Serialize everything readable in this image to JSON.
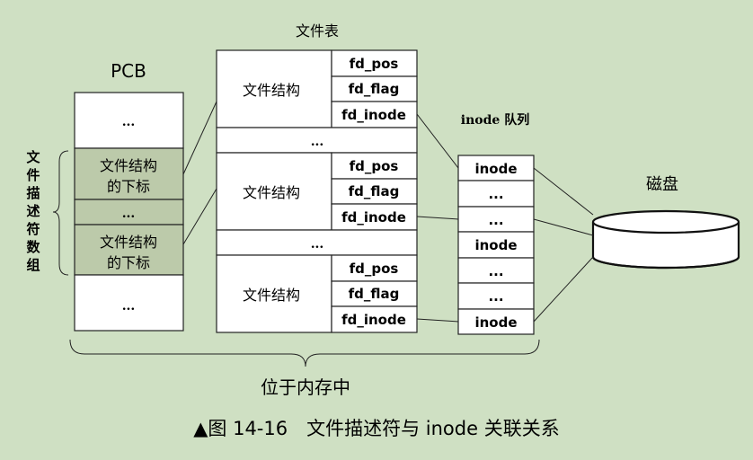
{
  "titles": {
    "pcb": "PCB",
    "file_table": "文件表",
    "inode_queue": "inode 队列",
    "disk": "磁盘"
  },
  "fd_array_label": [
    "文",
    "件",
    "描",
    "述",
    "符",
    "数",
    "组"
  ],
  "pcb": {
    "dots": "...",
    "index_line1": "文件结构",
    "index_line2": "的下标"
  },
  "file_table": {
    "struct_label": "文件结构",
    "fields": [
      "fd_pos",
      "fd_flag",
      "fd_inode"
    ],
    "dots": "..."
  },
  "inode_queue": {
    "cells": [
      "inode",
      "...",
      "...",
      "inode",
      "...",
      "...",
      "inode"
    ]
  },
  "bottom_label": "位于内存中",
  "caption": "▲图 14-16　文件描述符与 inode 关联关系",
  "colors": {
    "background": "#cfe0c3",
    "shaded_cell": "#bccaaa"
  }
}
